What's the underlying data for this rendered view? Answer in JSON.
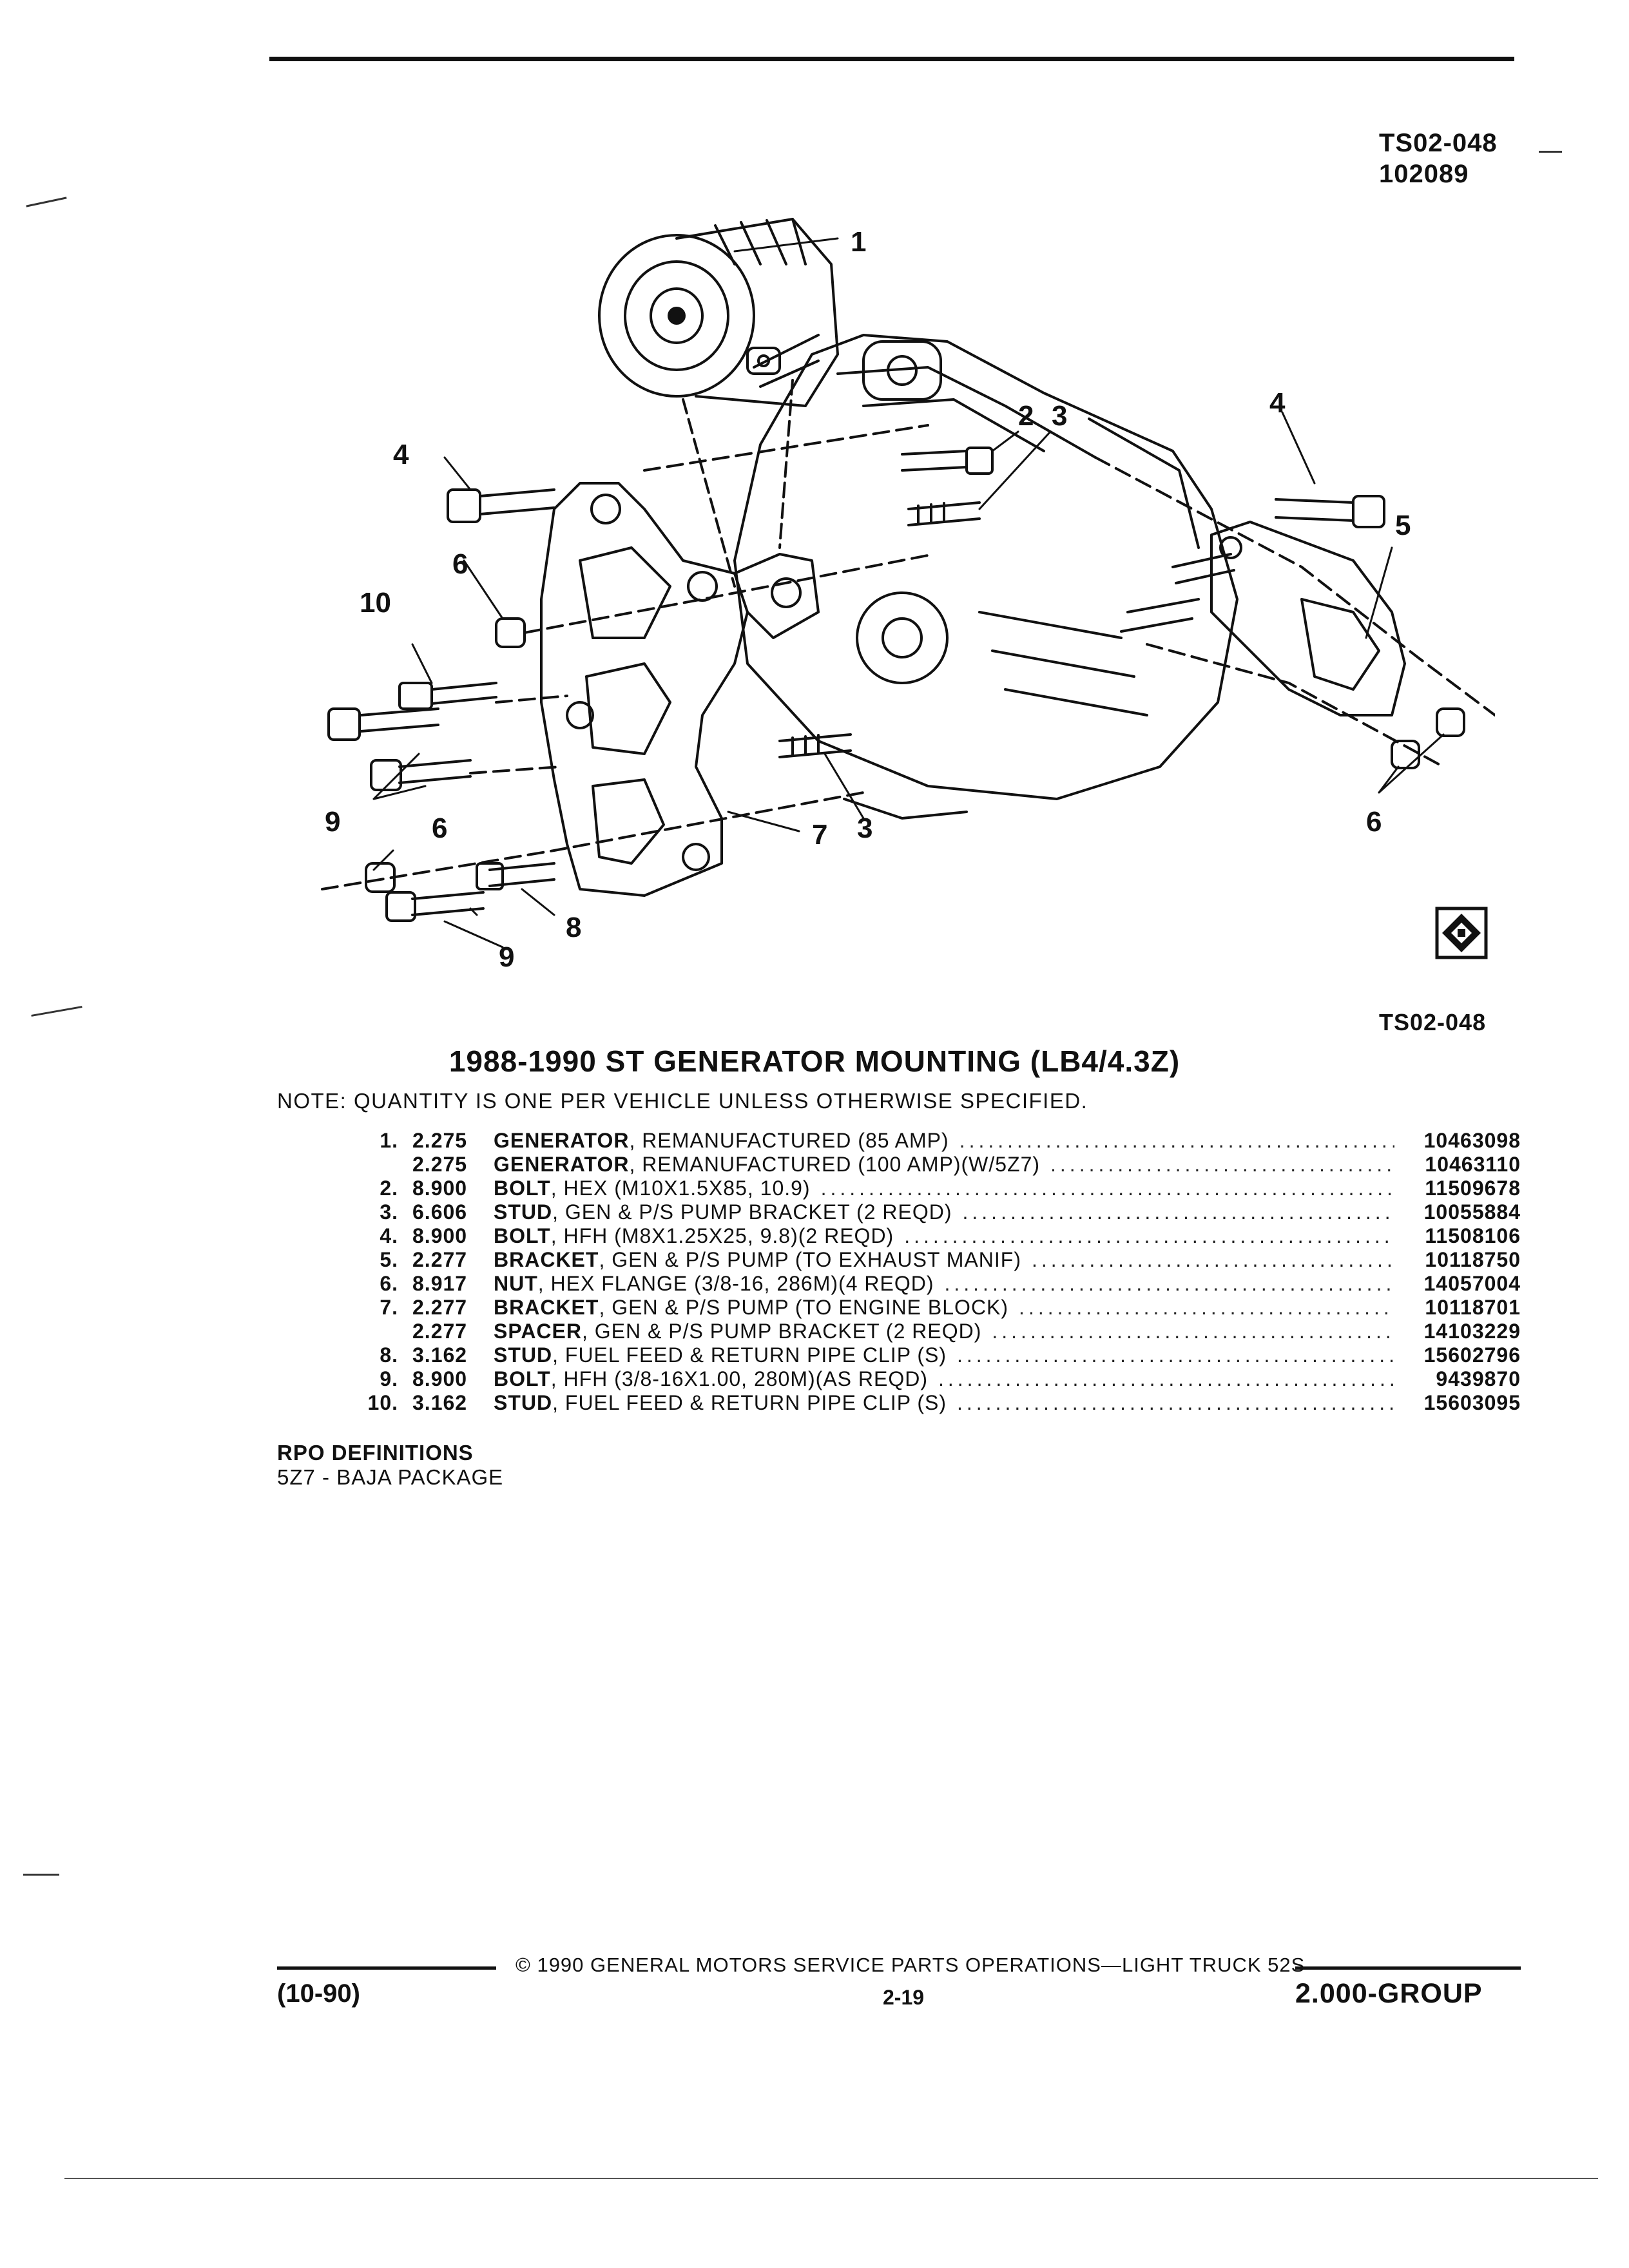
{
  "header": {
    "figure_code": "TS02-048",
    "date_code": "102089"
  },
  "figure": {
    "callouts": [
      "1",
      "2",
      "3",
      "4",
      "4",
      "5",
      "6",
      "6",
      "6",
      "7",
      "3",
      "8",
      "9",
      "9",
      "10"
    ],
    "bottom_code": "TS02-048",
    "logo_icon": "gm-service-parts-icon"
  },
  "title": "1988-1990 ST GENERATOR MOUNTING (LB4/4.3Z)",
  "note": "NOTE:  QUANTITY IS ONE PER VEHICLE UNLESS OTHERWISE SPECIFIED.",
  "parts": [
    {
      "num": "1.",
      "group": "2.275",
      "name": "GENERATOR",
      "desc": ", REMANUFACTURED (85 AMP)",
      "part": "10463098"
    },
    {
      "num": "",
      "group": "2.275",
      "name": "GENERATOR",
      "desc": ", REMANUFACTURED (100 AMP)(W/5Z7)",
      "part": "10463110"
    },
    {
      "num": "2.",
      "group": "8.900",
      "name": "BOLT",
      "desc": ", HEX (M10X1.5X85, 10.9)",
      "part": "11509678"
    },
    {
      "num": "3.",
      "group": "6.606",
      "name": "STUD",
      "desc": ", GEN & P/S PUMP BRACKET (2 REQD)",
      "part": "10055884"
    },
    {
      "num": "4.",
      "group": "8.900",
      "name": "BOLT",
      "desc": ", HFH (M8X1.25X25, 9.8)(2 REQD)",
      "part": "11508106"
    },
    {
      "num": "5.",
      "group": "2.277",
      "name": "BRACKET",
      "desc": ", GEN & P/S PUMP (TO EXHAUST MANIF)",
      "part": "10118750"
    },
    {
      "num": "6.",
      "group": "8.917",
      "name": "NUT",
      "desc": ", HEX FLANGE (3/8-16, 286M)(4 REQD)",
      "part": "14057004"
    },
    {
      "num": "7.",
      "group": "2.277",
      "name": "BRACKET",
      "desc": ", GEN & P/S PUMP (TO ENGINE BLOCK)",
      "part": "10118701"
    },
    {
      "num": "",
      "group": "2.277",
      "name": "SPACER",
      "desc": ", GEN & P/S PUMP BRACKET (2 REQD)",
      "part": "14103229"
    },
    {
      "num": "8.",
      "group": "3.162",
      "name": "STUD",
      "desc": ", FUEL FEED & RETURN PIPE CLIP (S)",
      "part": "15602796"
    },
    {
      "num": "9.",
      "group": "8.900",
      "name": "BOLT",
      "desc": ", HFH (3/8-16X1.00, 280M)(AS REQD)",
      "part": "9439870"
    },
    {
      "num": "10.",
      "group": "3.162",
      "name": "STUD",
      "desc": ", FUEL FEED & RETURN PIPE CLIP (S)",
      "part": "15603095"
    }
  ],
  "rpo": {
    "heading": "RPO DEFINITIONS",
    "items": [
      "5Z7 - BAJA PACKAGE"
    ]
  },
  "footer": {
    "copyright": "©  1990  GENERAL MOTORS SERVICE PARTS OPERATIONS—LIGHT TRUCK 52S",
    "date": "(10-90)",
    "page": "2-19",
    "group": "2.000-GROUP"
  }
}
